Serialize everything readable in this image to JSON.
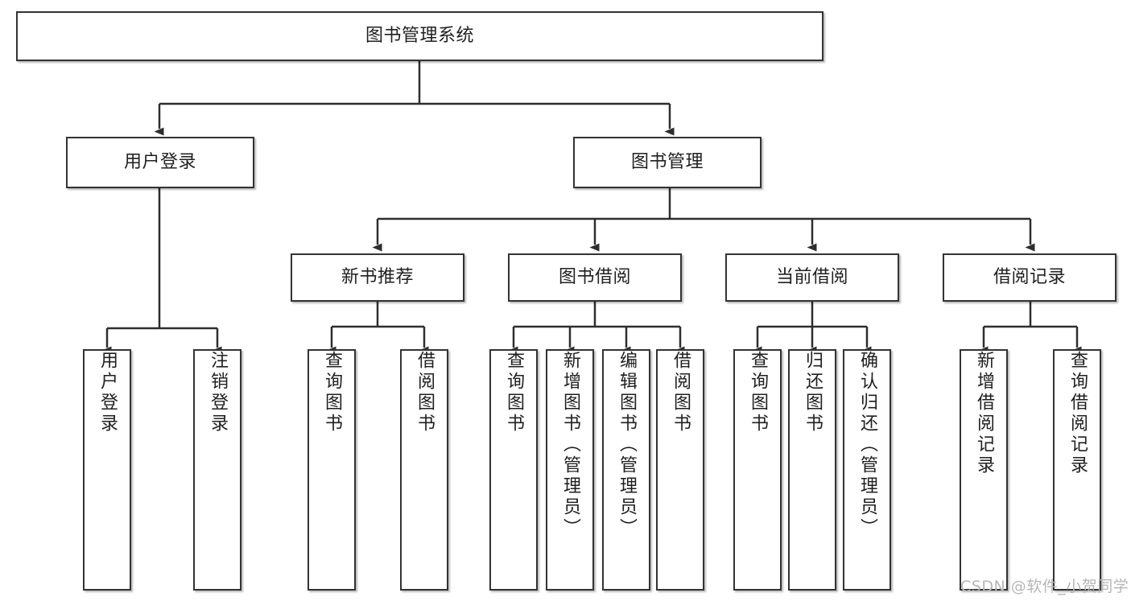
{
  "diagram": {
    "title": "图书管理系统",
    "type": "tree-hierarchy",
    "root": {
      "label": "图书管理系统"
    },
    "level2": [
      {
        "label": "用户登录"
      },
      {
        "label": "图书管理"
      }
    ],
    "level3": [
      {
        "label": "新书推荐"
      },
      {
        "label": "图书借阅"
      },
      {
        "label": "当前借阅"
      },
      {
        "label": "借阅记录"
      }
    ],
    "leaves": {
      "user_login": [
        {
          "label": "用户登录"
        },
        {
          "label": "注销登录"
        }
      ],
      "new_book_recommend": [
        {
          "label": "查询图书"
        },
        {
          "label": "借阅图书"
        }
      ],
      "book_borrow": [
        {
          "label": "查询图书"
        },
        {
          "label": "新增图书（管理员）"
        },
        {
          "label": "编辑图书（管理员）"
        },
        {
          "label": "借阅图书"
        }
      ],
      "current_borrow": [
        {
          "label": "查询图书"
        },
        {
          "label": "归还图书"
        },
        {
          "label": "确认归还（管理员）"
        }
      ],
      "borrow_record": [
        {
          "label": "新增借阅记录"
        },
        {
          "label": "查询借阅记录"
        }
      ]
    }
  },
  "watermark": {
    "text": "CSDN @软件_小贺同学"
  },
  "colors": {
    "border": "#333333",
    "text": "#1f1f1f",
    "background": "#ffffff",
    "watermark": "#b6b6b6"
  }
}
